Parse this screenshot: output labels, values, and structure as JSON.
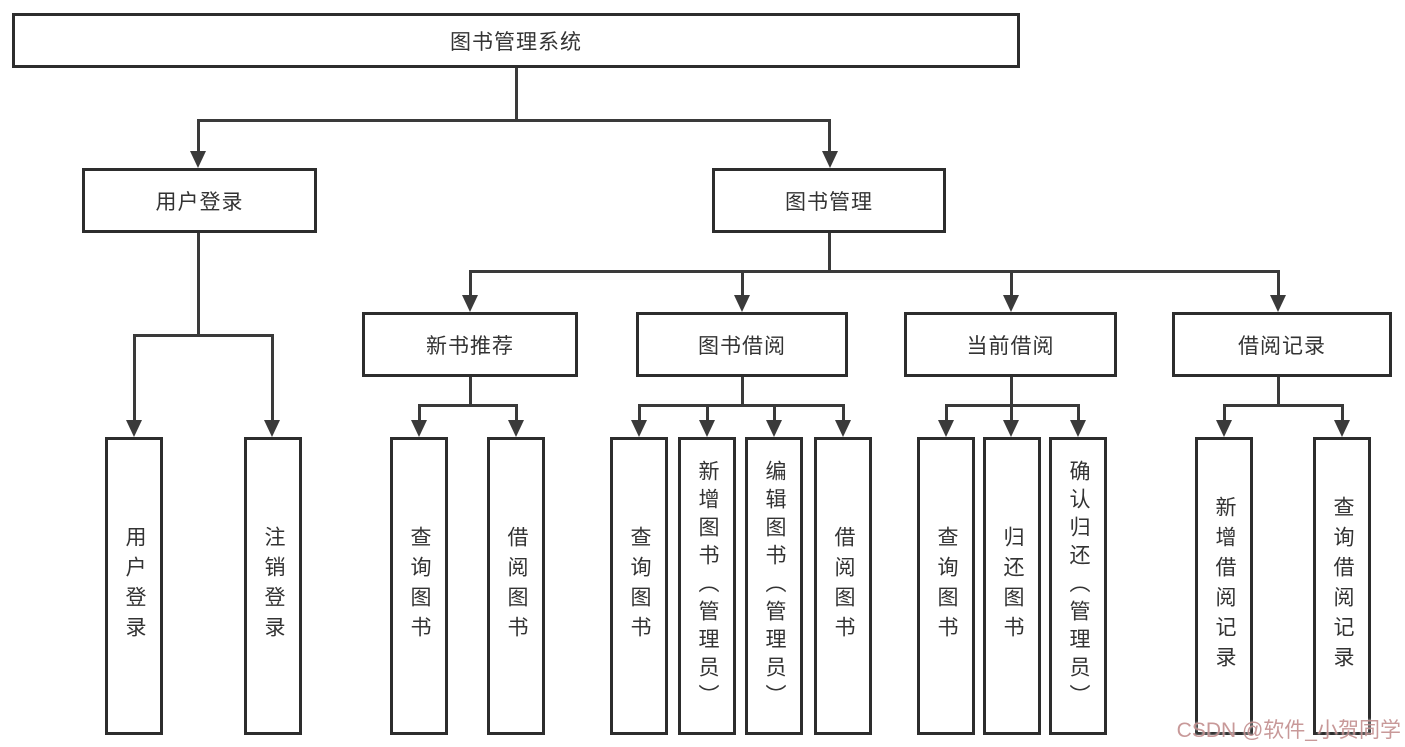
{
  "diagram": {
    "title": "图书管理系统",
    "level1": [
      "用户登录",
      "图书管理"
    ],
    "level2": [
      "新书推荐",
      "图书借阅",
      "当前借阅",
      "借阅记录"
    ],
    "leaves": {
      "user": [
        "用户登录",
        "注销登录"
      ],
      "recommend": [
        "查询图书",
        "借阅图书"
      ],
      "borrow": [
        "查询图书",
        "新增图书（管理员）",
        "编辑图书（管理员）",
        "借阅图书"
      ],
      "current": [
        "查询图书",
        "归还图书",
        "确认归还（管理员）"
      ],
      "records": [
        "新增借阅记录",
        "查询借阅记录"
      ]
    },
    "colors": {
      "line": "#3a3a3a",
      "box_border": "#2d2d2d",
      "text": "#333333",
      "watermark": "#be8787"
    }
  },
  "watermark": {
    "text": "CSDN @软件_小贺同学"
  }
}
